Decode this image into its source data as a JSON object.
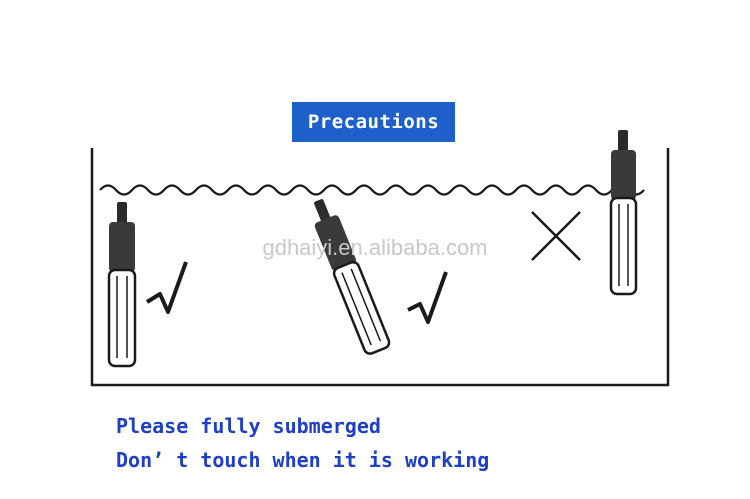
{
  "title": "Precautions",
  "watermark": "gdhaiyi.en.alibaba.com",
  "notes": [
    "Please fully submerged",
    "Don’ t touch when it is working"
  ],
  "marks": {
    "correct": "check-icon",
    "wrong": "cross-icon"
  },
  "colors": {
    "title_bg": "#1f5fc9",
    "title_text": "#ffffff",
    "note_text": "#1f3fc4",
    "line": "#1a1a1a"
  }
}
